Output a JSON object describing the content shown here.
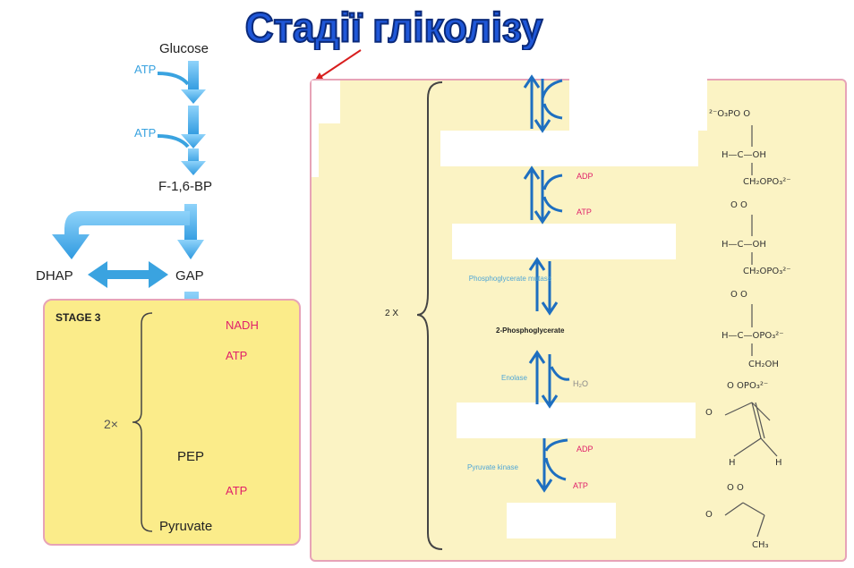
{
  "title": "Стадії гліколізу",
  "overview": {
    "glucose": "Glucose",
    "atp_1": "ATP",
    "atp_2": "ATP",
    "f16bp": "F-1,6-BP",
    "dhap": "DHAP",
    "gap": "GAP",
    "stage3_label": "STAGE 3",
    "nadh": "NADH",
    "atp_3": "ATP",
    "times2": "2×",
    "pep": "PEP",
    "atp_4": "ATP",
    "pyruvate": "Pyruvate"
  },
  "detail": {
    "times2": "2 X",
    "adp_1": "ADP",
    "atp_1": "ATP",
    "enzyme_mutase": "Phosphoglycerate mutase",
    "intermediate_2pg": "2-Phosphoglycerate",
    "enzyme_enolase": "Enolase",
    "h2o": "H₂O",
    "adp_2": "ADP",
    "enzyme_pk": "Pyruvate kinase",
    "atp_2": "ATP"
  },
  "structures": {
    "s1_top": "²⁻O₃PO  O",
    "s1_mid": "H—C—OH",
    "s1_bot": "CH₂OPO₃²⁻",
    "s2_top": "O   O",
    "s2_mid": "H—C—OH",
    "s2_bot": "CH₂OPO₃²⁻",
    "s3_top": "O   O",
    "s3_mid": "H—C—OPO₃²⁻",
    "s3_bot": "CH₂OH",
    "s4_top": "O      OPO₃²⁻",
    "s4_left": "O",
    "s4_h1": "H",
    "s4_h2": "H",
    "s5_top": "O   O",
    "s5_left": "O",
    "s5_bot": "CH₃"
  },
  "colors": {
    "title_fill": "#1f57d8",
    "arrow_light": "#4db3ee",
    "arrow_dark": "#1e6fc0",
    "stage_bg": "#fbec8a",
    "panel_bg": "#fbf3c4",
    "pink": "#e0206a",
    "border": "#e7a3b7"
  }
}
